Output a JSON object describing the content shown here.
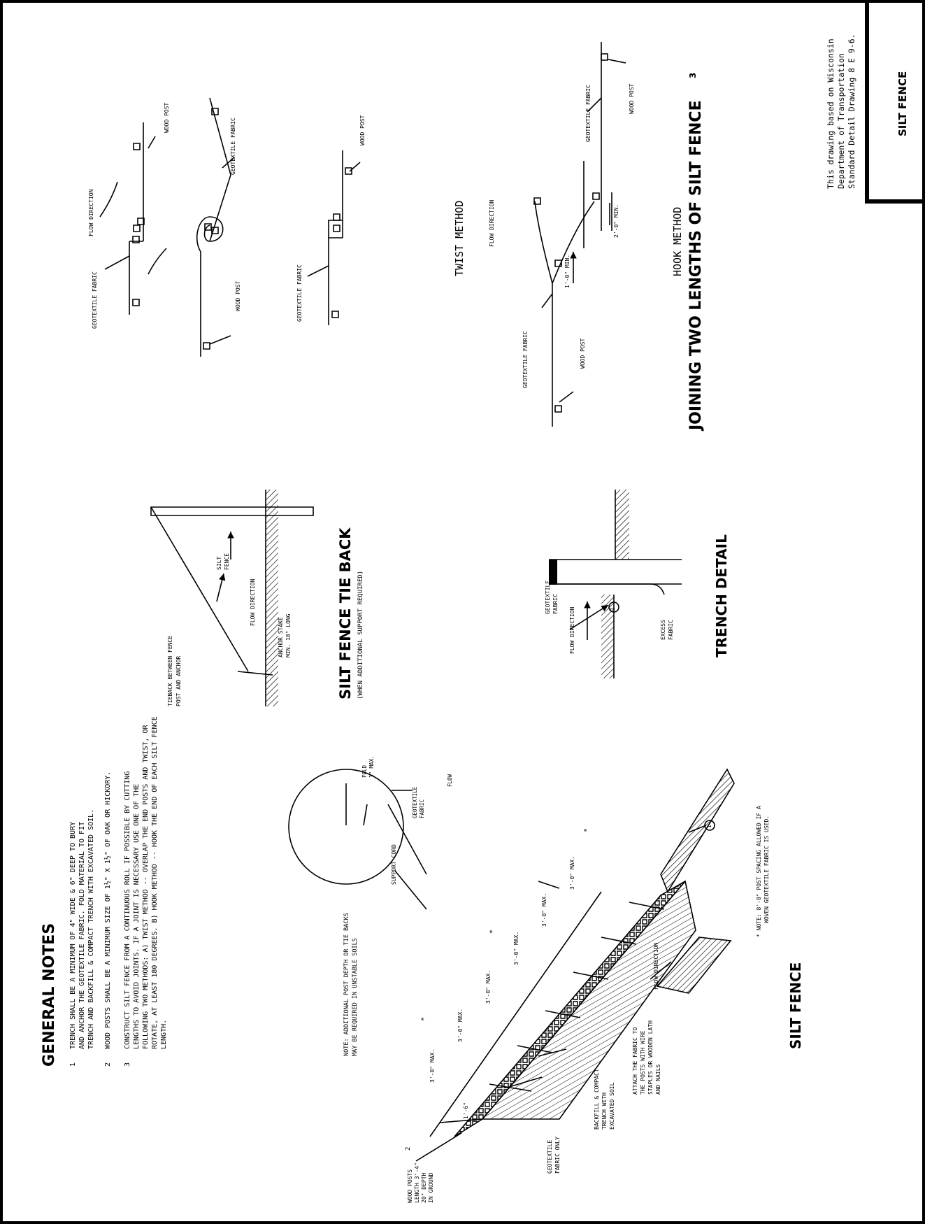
{
  "title_block": {
    "title": "SILT FENCE",
    "credit_line1": "This drawing based on Wisconsin",
    "credit_line2": "Department of Transportation",
    "credit_line3": "Standard Detail Drawing 8 E 9-6."
  },
  "general_notes": {
    "heading": "GENERAL NOTES",
    "note1_marker": "1",
    "note1_lines": [
      "TRENCH SHALL BE A MINIMUM OF 4\" WIDE & 6\" DEEP TO BURY",
      "AND ANCHOR THE GEOTEXTILE FABRIC. FOLD MATERIAL TO FIT",
      "TRENCH AND BACKFILL & COMPACT TRENCH WITH EXCAVATED SOIL."
    ],
    "note2_marker": "2",
    "note2_lines": [
      "WOOD POSTS SHALL BE A MINIMUM SIZE OF 1½\" X 1½\" OF OAK OR HICKORY."
    ],
    "note3_marker": "3",
    "note3_lines": [
      "CONSTRUCT SILT FENCE FROM A CONTINUOUS ROLL IF POSSIBLE BY CUTTING",
      "LENGTHS TO AVOID JOINTS. IF A JOINT IS NECESSARY USE ONE OF THE",
      "FOLLOWING TWO METHODS: A) TWIST METHOD -- OVERLAP THE END POSTS AND TWIST, OR",
      "ROTATE, AT LEAST 180 DEGREES. B) HOOK METHOD -- HOOK THE END OF EACH SILT FENCE",
      "LENGTH."
    ]
  },
  "joining": {
    "title": "JOINING TWO LENGTHS OF SILT FENCE",
    "title_marker": "3",
    "twist_method": "TWIST METHOD",
    "hook_method": "HOOK METHOD",
    "flow_direction": "FLOW DIRECTION",
    "geotextile_fabric": "GEOTEXTILE FABRIC",
    "wood_post": "WOOD POST",
    "dim_overlap": "1'-0\" MIN.",
    "dim_hook": "2'-0\" MIN."
  },
  "tieback": {
    "title": "SILT FENCE TIE BACK",
    "subtitle": "(WHEN ADDITIONAL SUPPORT REQUIRED)",
    "tieback_label_1": "TIEBACK BETWEEN FENCE",
    "tieback_label_2": "POST AND ANCHOR",
    "silt_fence_1": "SILT",
    "silt_fence_2": "FENCE",
    "flow_direction": "FLOW DIRECTION",
    "anchor_1": "ANCHOR STAKE",
    "anchor_2": "MIN. 18\" LONG"
  },
  "trench": {
    "title": "TRENCH DETAIL",
    "geotextile_1": "GEOTEXTILE",
    "geotextile_2": "FABRIC",
    "flow_direction": "FLOW DIRECTION",
    "excess_1": "EXCESS",
    "excess_2": "FABRIC",
    "marker": "1"
  },
  "silt_fence": {
    "title": "SILT FENCE",
    "note_additional_1": "NOTE: ADDITIONAL POST DEPTH OR TIE BACKS",
    "note_additional_2": "MAY BE REQUIRED IN UNSTABLE SOILS",
    "wood_posts_1": "WOOD POSTS",
    "wood_posts_2": "LENGTH 3'-4\"",
    "wood_posts_3": "20\" DEPTH",
    "wood_posts_4": "IN GROUND",
    "wood_posts_marker": "2",
    "geotextile_only_1": "GEOTEXTILE",
    "geotextile_only_2": "FABRIC ONLY",
    "backfill_1": "BACKFILL & COMPACT",
    "backfill_2": "TRENCH WITH",
    "backfill_3": "EXCAVATED SOIL",
    "attach_1": "ATTACH THE FABRIC TO",
    "attach_2": "THE POSTS WITH WIRE",
    "attach_3": "STAPLES OR WOODEN LATH",
    "attach_4": "AND NAILS",
    "support_cord": "SUPPORT CORD",
    "geotextile_fabric_1": "GEOTEXTILE",
    "geotextile_fabric_2": "FABRIC",
    "flow_small": "FLOW",
    "fold_1": "FOLD",
    "fold_2": "1\" MAX.",
    "flow_direction": "FLOW DIRECTION",
    "spacing": "3'-0\" MAX.",
    "spacing_marker": "*",
    "dim_small": "1'-6\"",
    "end_marker": "1",
    "post_note_1": "* NOTE: 8'-0\" POST SPACING ALLOWED IF A",
    "post_note_2": "WOVEN GEOTEXTILE FABRIC IS USED."
  }
}
